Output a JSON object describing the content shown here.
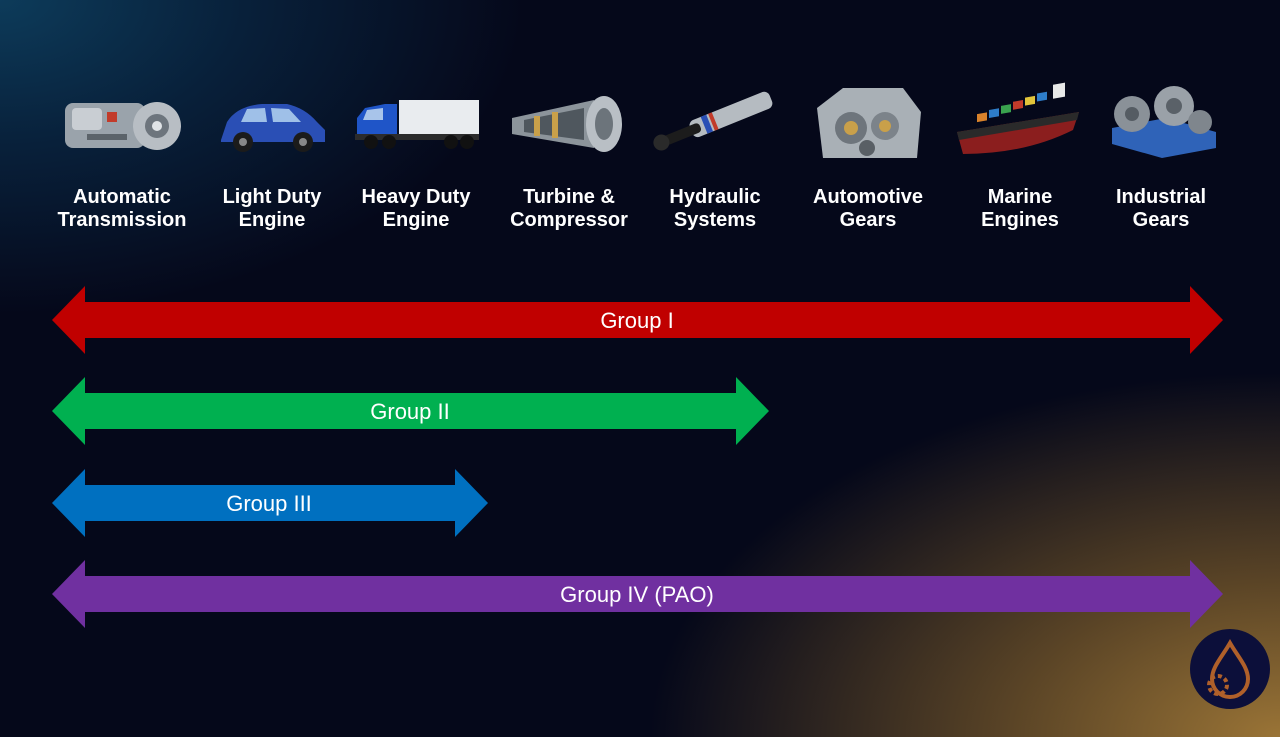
{
  "applications": [
    {
      "label": "Automatic\nTransmission",
      "icon": "transmission-icon"
    },
    {
      "label": "Light Duty\nEngine",
      "icon": "car-icon"
    },
    {
      "label": "Heavy Duty\nEngine",
      "icon": "truck-icon"
    },
    {
      "label": "Turbine &\nCompressor",
      "icon": "turbine-icon"
    },
    {
      "label": "Hydraulic\nSystems",
      "icon": "hydraulic-cylinder-icon"
    },
    {
      "label": "Automotive\nGears",
      "icon": "gearbox-icon"
    },
    {
      "label": "Marine\nEngines",
      "icon": "ship-icon"
    },
    {
      "label": "Industrial\nGears",
      "icon": "industrial-gearbox-icon"
    }
  ],
  "groups": [
    {
      "label": "Group I",
      "color": "#c00000",
      "start": 0,
      "end": 8
    },
    {
      "label": "Group II",
      "color": "#00b050",
      "start": 0,
      "end": 5
    },
    {
      "label": "Group III",
      "color": "#0070c0",
      "start": 0,
      "end": 3
    },
    {
      "label": "Group IV (PAO)",
      "color": "#7030a0",
      "start": 0,
      "end": 8
    }
  ],
  "logo": {
    "icon": "oil-drop-gear-icon",
    "color": "#b0602a"
  }
}
